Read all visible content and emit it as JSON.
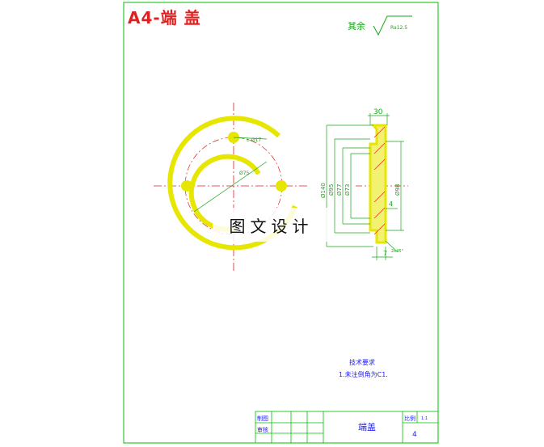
{
  "title": "A4-端 盖",
  "watermark": "图文设计",
  "roughness": {
    "label": "其余",
    "value": "Ra12.5"
  },
  "tech_requirements": {
    "heading": "技术要求",
    "items": [
      "1.未注倒角为C1."
    ]
  },
  "title_block": {
    "part_name": "端盖",
    "scale_label": "比例",
    "scale_value": "1:1",
    "quantity": "4",
    "drawn_label": "制图",
    "checked_label": "审核"
  },
  "dimensions": {
    "front_view": {
      "bolt_hole": "6-Ø17",
      "pitch_circle": "Ø75"
    },
    "section_view": {
      "width_top": "30",
      "d_outer": "Ø140",
      "d2": "Ø95",
      "d3": "Ø77",
      "d4": "Ø73",
      "d_bore": "Ø98",
      "step": "4",
      "thickness_bottom": "7",
      "chamfer": "2x45°"
    }
  },
  "colors": {
    "border": "#00c000",
    "outline": "#e6e600",
    "dims": "#1aa51a",
    "center": "#e02020",
    "hatch": "#e02020",
    "text_blue": "#1a1aff"
  }
}
